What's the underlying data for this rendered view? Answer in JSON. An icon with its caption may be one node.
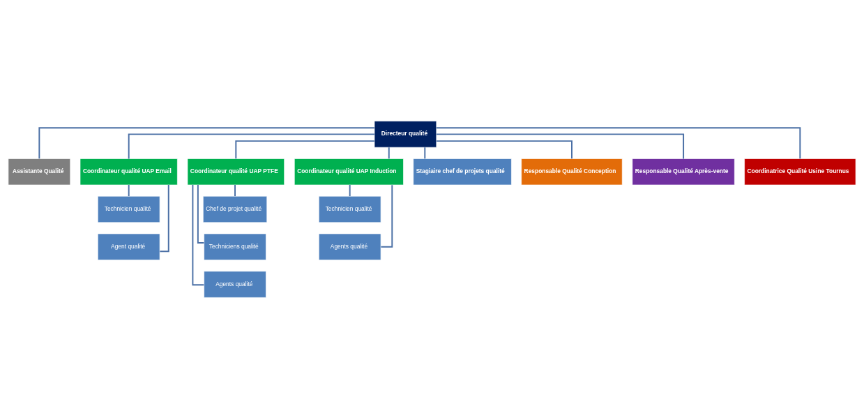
{
  "diagram": {
    "nodes": [
      {
        "text": [
          "Directeur qualité"
        ]
      },
      {
        "text": [
          "Assistante Qualité"
        ]
      },
      {
        "text": [
          "Coordinateur qualité UAP Email"
        ]
      },
      {
        "text": [
          "Coordinateur qualité UAP PTFE"
        ]
      },
      {
        "text": [
          "Coordinateur qualité UAP Induction"
        ]
      },
      {
        "text": [
          "Stagiaire chef de projets qualité"
        ]
      },
      {
        "text": [
          "Responsable Qualité Conception"
        ]
      },
      {
        "text": [
          "Responsable Qualité Après-vente"
        ]
      },
      {
        "text": [
          "Coordinatrice Qualité Usine Tournus"
        ]
      },
      {
        "text": [
          "Technicien qualité"
        ]
      },
      {
        "text": [
          "Agent qualité"
        ]
      },
      {
        "text": [
          "Chef de projet qualité"
        ]
      },
      {
        "text": [
          "Techniciens qualité"
        ]
      },
      {
        "text": [
          "Agents qualité"
        ]
      },
      {
        "text": [
          "Technicien qualité"
        ]
      },
      {
        "text": [
          "Agents qualité"
        ]
      }
    ],
    "edges": [
      {
        "from": 0,
        "to": 1,
        "arrow": "none"
      },
      {
        "from": 0,
        "to": 2,
        "arrow": "none"
      },
      {
        "from": 0,
        "to": 3,
        "arrow": "none"
      },
      {
        "from": 0,
        "to": 4,
        "arrow": "none"
      },
      {
        "from": 0,
        "to": 5,
        "arrow": "none"
      },
      {
        "from": 0,
        "to": 6,
        "arrow": "none"
      },
      {
        "from": 0,
        "to": 7,
        "arrow": "none"
      },
      {
        "from": 0,
        "to": 8,
        "arrow": "none"
      },
      {
        "from": 2,
        "to": 9,
        "arrow": "none"
      },
      {
        "from": 2,
        "to": 10,
        "arrow": "none"
      },
      {
        "from": 3,
        "to": 11,
        "arrow": "none"
      },
      {
        "from": 3,
        "to": 12,
        "arrow": "none"
      },
      {
        "from": 3,
        "to": 13,
        "arrow": "none"
      },
      {
        "from": 4,
        "to": 14,
        "arrow": "none"
      },
      {
        "from": 4,
        "to": 15,
        "arrow": "none"
      }
    ]
  }
}
